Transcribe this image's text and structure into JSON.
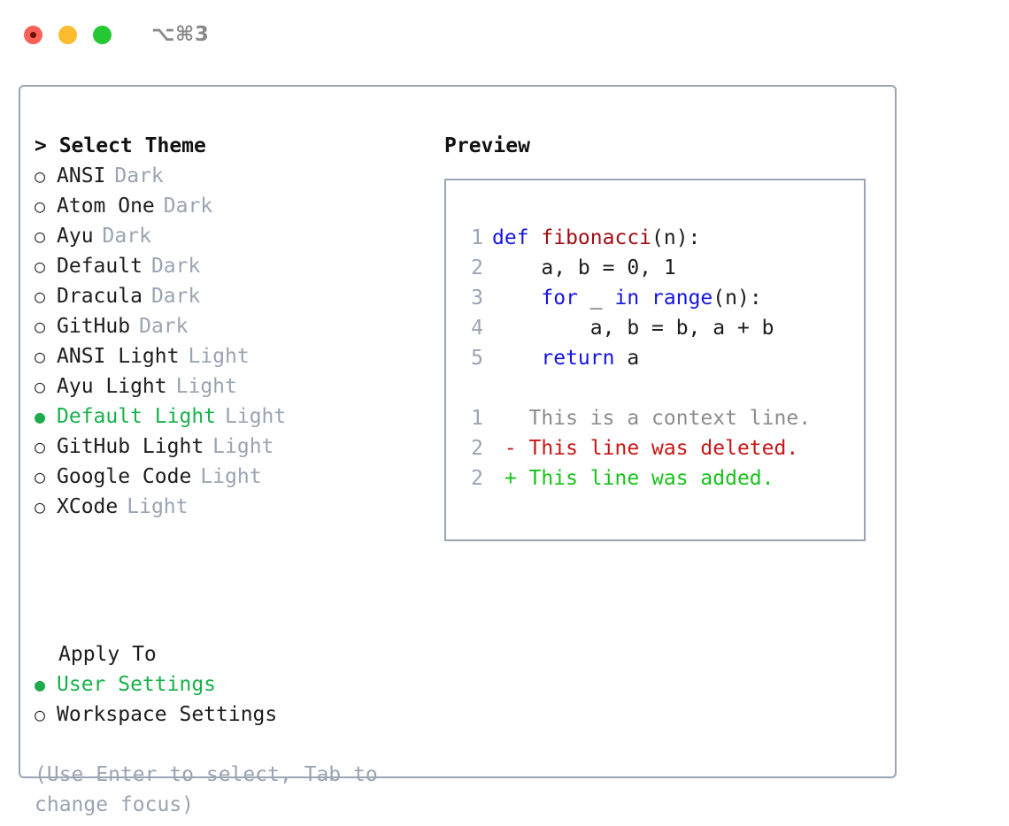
{
  "window": {
    "title": "⌥⌘3",
    "traffic_lights": [
      {
        "name": "close",
        "color": "#fb6057"
      },
      {
        "name": "minimize",
        "color": "#fcbc2e"
      },
      {
        "name": "zoom",
        "color": "#25c732"
      }
    ]
  },
  "theme_pane": {
    "heading": "> Select Theme",
    "bullet_selected": "●",
    "bullet_unselected": "○",
    "items": [
      {
        "name": "ANSI",
        "kind": "Dark",
        "selected": false
      },
      {
        "name": "Atom One",
        "kind": "Dark",
        "selected": false
      },
      {
        "name": "Ayu",
        "kind": "Dark",
        "selected": false
      },
      {
        "name": "Default",
        "kind": "Dark",
        "selected": false
      },
      {
        "name": "Dracula",
        "kind": "Dark",
        "selected": false
      },
      {
        "name": "GitHub",
        "kind": "Dark",
        "selected": false
      },
      {
        "name": "ANSI Light",
        "kind": "Light",
        "selected": false
      },
      {
        "name": "Ayu Light",
        "kind": "Light",
        "selected": false
      },
      {
        "name": "Default Light",
        "kind": "Light",
        "selected": true
      },
      {
        "name": "GitHub Light",
        "kind": "Light",
        "selected": false
      },
      {
        "name": "Google Code",
        "kind": "Light",
        "selected": false
      },
      {
        "name": "XCode",
        "kind": "Light",
        "selected": false
      }
    ]
  },
  "apply_to": {
    "heading": "Apply To",
    "options": [
      {
        "label": "User Settings",
        "selected": true
      },
      {
        "label": "Workspace Settings",
        "selected": false
      }
    ]
  },
  "hint": "(Use Enter to select, Tab to change focus)",
  "preview": {
    "heading": "Preview",
    "code_lines": [
      {
        "lineno": "1",
        "tokens": [
          {
            "text": "def ",
            "type": "kw"
          },
          {
            "text": "fibonacci",
            "type": "fn"
          },
          {
            "text": "(n):",
            "type": "plain"
          }
        ]
      },
      {
        "lineno": "2",
        "tokens": [
          {
            "text": "    a, b = 0, 1",
            "type": "plain"
          }
        ]
      },
      {
        "lineno": "3",
        "tokens": [
          {
            "text": "    ",
            "type": "plain"
          },
          {
            "text": "for",
            "type": "kw"
          },
          {
            "text": " _ ",
            "type": "plain"
          },
          {
            "text": "in",
            "type": "kw"
          },
          {
            "text": " ",
            "type": "plain"
          },
          {
            "text": "range",
            "type": "kw"
          },
          {
            "text": "(n):",
            "type": "plain"
          }
        ]
      },
      {
        "lineno": "4",
        "tokens": [
          {
            "text": "        a, b = b, a + b",
            "type": "plain"
          }
        ]
      },
      {
        "lineno": "5",
        "tokens": [
          {
            "text": "    ",
            "type": "plain"
          },
          {
            "text": "return",
            "type": "kw"
          },
          {
            "text": " a",
            "type": "plain"
          }
        ]
      }
    ],
    "diff_lines": [
      {
        "lineno": "1",
        "marker": " ",
        "text": " This is a context line.",
        "kind": "context"
      },
      {
        "lineno": "2",
        "marker": "-",
        "text": " This line was deleted.",
        "kind": "deleted"
      },
      {
        "lineno": "2",
        "marker": "+",
        "text": " This line was added.",
        "kind": "added"
      }
    ]
  },
  "colors": {
    "border": "#9aa4b2",
    "muted": "#9aa4b2",
    "selected_green": "#18b14b",
    "keyword_blue": "#1414e0",
    "function_red": "#9e0d13",
    "diff_added": "#18c11a",
    "diff_deleted": "#c71616",
    "diff_context": "#8c8c8c"
  }
}
